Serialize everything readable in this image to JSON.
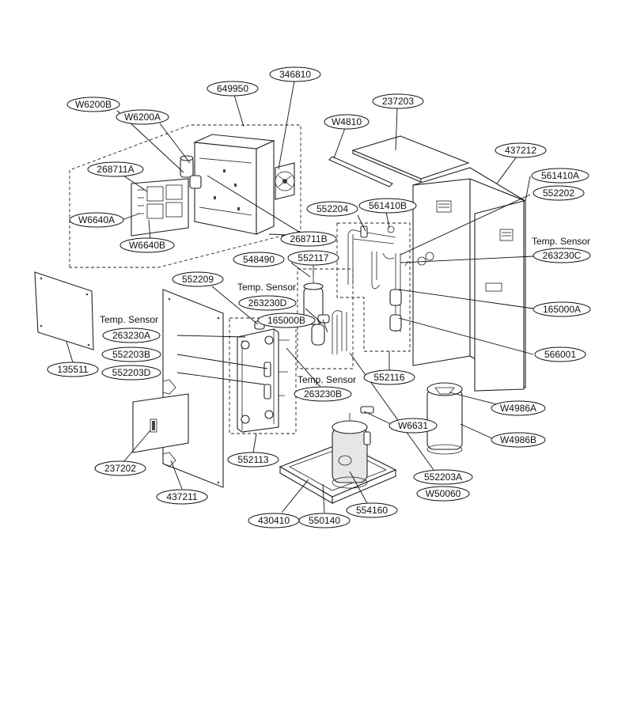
{
  "labels": {
    "l346810": "346810",
    "l649950": "649950",
    "lW6200B": "W6200B",
    "lW6200A": "W6200A",
    "l268711A": "268711A",
    "lW6640A": "W6640A",
    "lW6640B": "W6640B",
    "l268711B": "268711B",
    "l237203": "237203",
    "lW4810": "W4810",
    "l437212": "437212",
    "l561410A": "561410A",
    "l552202": "552202",
    "l552204": "552204",
    "l561410B": "561410B",
    "l263230C": "263230C",
    "l548490": "548490",
    "l552117": "552117",
    "l263230D": "263230D",
    "l552209": "552209",
    "l165000B": "165000B",
    "l263230A": "263230A",
    "l552203B": "552203B",
    "l552203D": "552203D",
    "l165000A": "165000A",
    "l566001": "566001",
    "l552116": "552116",
    "l263230B": "263230B",
    "l135511": "135511",
    "lW4986A": "W4986A",
    "lW6631": "W6631",
    "lW4986B": "W4986B",
    "l552113": "552113",
    "l237202": "237202",
    "l552203A": "552203A",
    "lW50060": "W50060",
    "l437211": "437211",
    "l430410": "430410",
    "l550140": "550140",
    "l554160": "554160"
  },
  "captions": {
    "temp_sensor_c": "Temp. Sensor",
    "temp_sensor_d": "Temp. Sensor",
    "temp_sensor_a": "Temp. Sensor",
    "temp_sensor_b": "Temp. Sensor"
  }
}
